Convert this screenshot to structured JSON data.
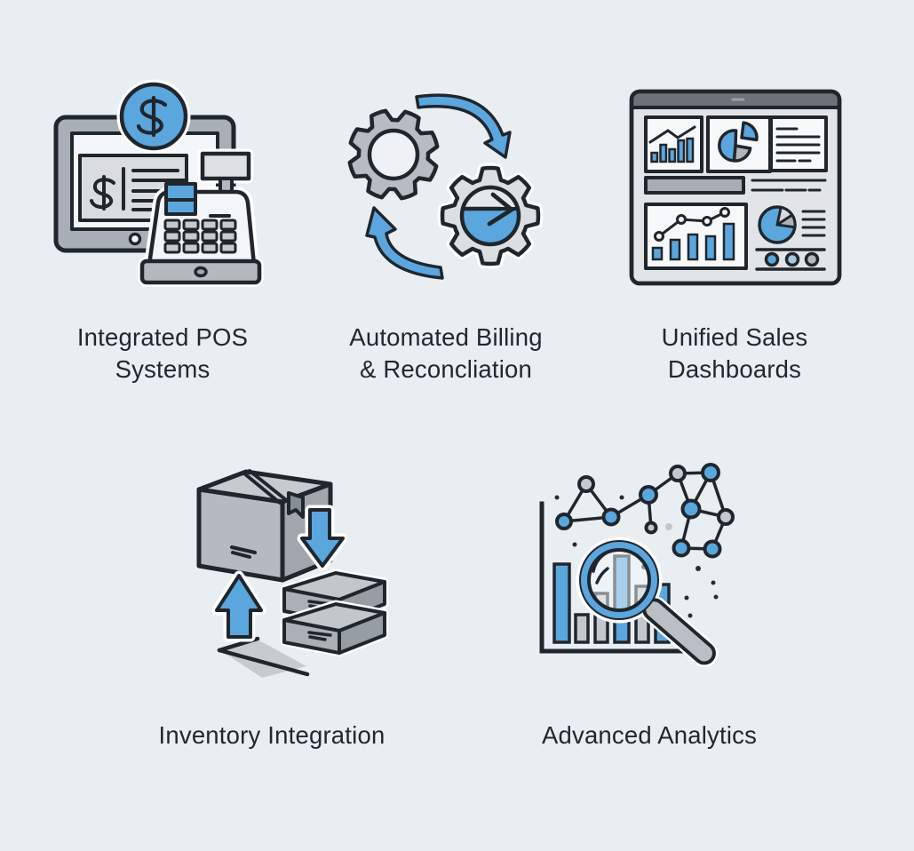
{
  "features": [
    {
      "id": "pos",
      "icon": "pos-terminal-icon",
      "label": "Integrated POS\nSystems"
    },
    {
      "id": "billing",
      "icon": "sync-gears-icon",
      "label": "Automated Billing\n& Reconcliation"
    },
    {
      "id": "dashboards",
      "icon": "sales-dashboard-icon",
      "label": "Unified Sales\nDashboards"
    },
    {
      "id": "inventory",
      "icon": "inventory-boxes-icon",
      "label": "Inventory Integration"
    },
    {
      "id": "analytics",
      "icon": "magnifier-analytics-icon",
      "label": "Advanced Analytics"
    }
  ],
  "palette": {
    "background": "#e9eef3",
    "outline": "#20262d",
    "accent_blue": "#5ba6dd",
    "gray_medium": "#b6bcc2",
    "gray_light": "#dde1e5",
    "gray_dark": "#6b7278",
    "panel_white": "#f6f8fa",
    "text": "#212731"
  }
}
